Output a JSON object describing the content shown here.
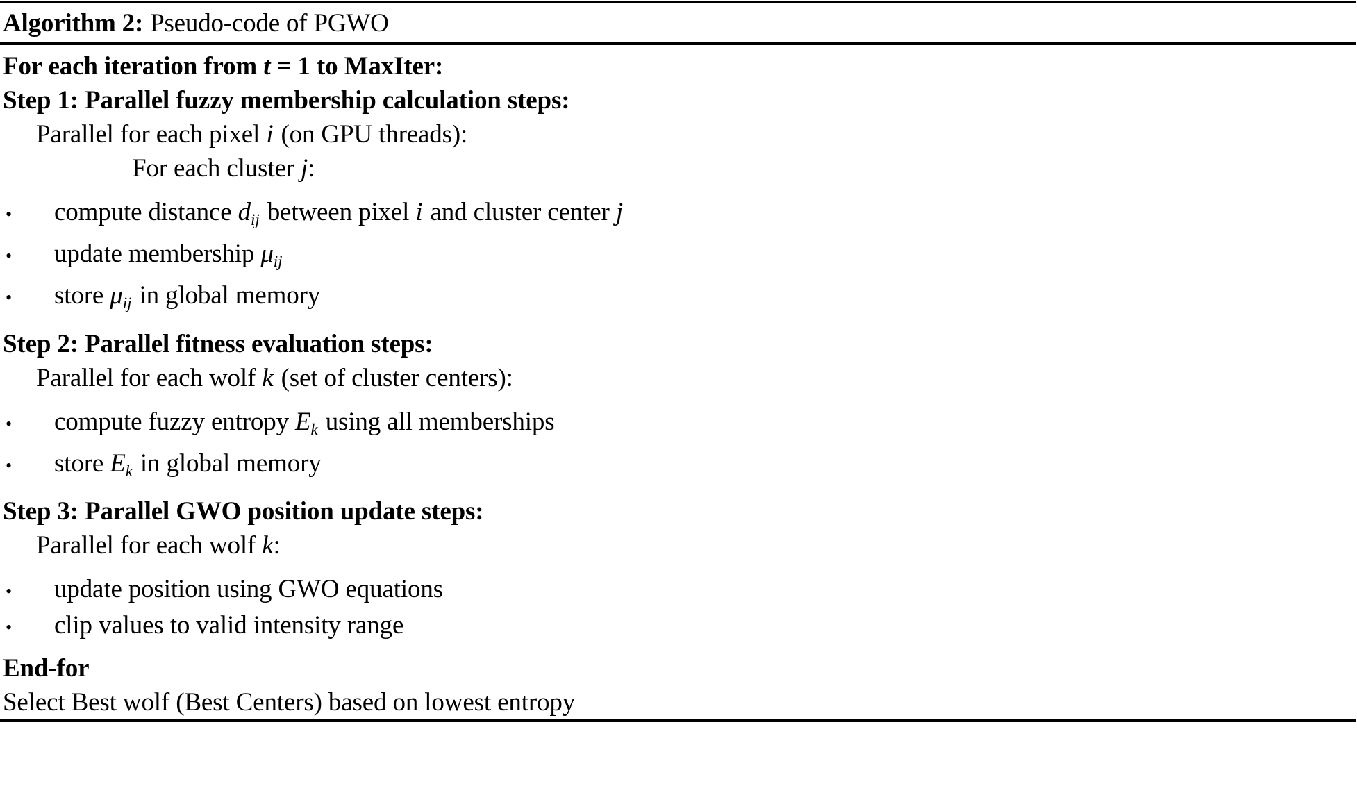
{
  "caption": {
    "label": "Algorithm 2:",
    "text": "Pseudo-code of PGWO"
  },
  "lines": {
    "for_each_iteration": {
      "pre": "For each iteration from ",
      "var": "t",
      "post": " = 1 to MaxIter:"
    },
    "step1_header": "Step 1: Parallel fuzzy membership calculation steps:",
    "step1_parallel": {
      "pre": "Parallel for each pixel ",
      "var": "i",
      "post": "(on GPU threads):"
    },
    "step1_forcluster": {
      "pre": "For each cluster ",
      "var": "j",
      "post": ":"
    },
    "b1": {
      "pre": "compute distance ",
      "sym": "d",
      "sub": "ij",
      "mid": "between pixel ",
      "var2": "i",
      "mid2": "and cluster center ",
      "var3": "j",
      "post": ""
    },
    "b2": {
      "pre": "update membership ",
      "sym": "μ",
      "sub": "ij"
    },
    "b3": {
      "pre": "store ",
      "sym": "μ",
      "sub": "ij",
      "post": "in global memory"
    },
    "step2_header": "Step 2: Parallel fitness evaluation steps:",
    "step2_parallel": {
      "pre": "Parallel for each wolf ",
      "var": "k",
      "post": "(set of cluster centers):"
    },
    "b4": {
      "pre": "compute fuzzy entropy ",
      "sym": "E",
      "sub": "k",
      "post": "using all memberships"
    },
    "b5": {
      "pre": "store ",
      "sym": "E",
      "sub": "k",
      "post": "in global memory"
    },
    "step3_header": "Step 3: Parallel GWO position update steps:",
    "step3_parallel": {
      "pre": "Parallel for each wolf ",
      "var": "k",
      "post": ":"
    },
    "b6": "update position using GWO equations",
    "b7": "clip values to valid intensity range",
    "end_for": "End-for",
    "select_best": "Select Best wolf (Best Centers) based on lowest entropy"
  },
  "bullet_glyph": "•",
  "colors": {
    "text": "#000000",
    "rule": "#000000",
    "background": "#ffffff"
  }
}
